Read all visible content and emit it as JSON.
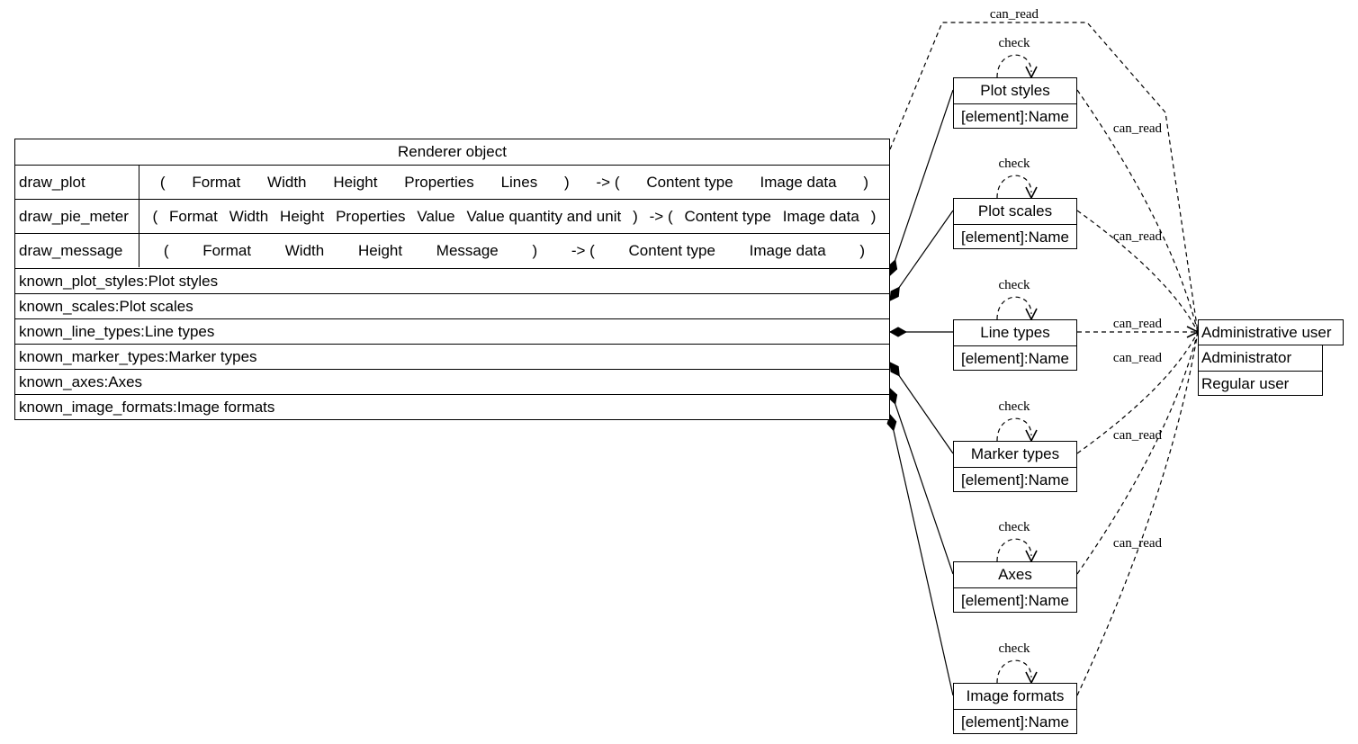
{
  "renderer": {
    "title": "Renderer object",
    "methods": [
      {
        "name": "draw_plot",
        "args": [
          "Format",
          "Width",
          "Height",
          "Properties",
          "Lines"
        ],
        "returns": [
          "Content type",
          "Image data"
        ]
      },
      {
        "name": "draw_pie_meter",
        "args": [
          "Format",
          "Width",
          "Height",
          "Properties",
          "Value",
          "Value quantity and unit"
        ],
        "returns": [
          "Content type",
          "Image data"
        ]
      },
      {
        "name": "draw_message",
        "args": [
          "Format",
          "Width",
          "Height",
          "Message"
        ],
        "returns": [
          "Content type",
          "Image data"
        ]
      }
    ],
    "attributes": [
      "known_plot_styles:Plot styles",
      "known_scales:Plot scales",
      "known_line_types:Line types",
      "known_marker_types:Marker types",
      "known_axes:Axes",
      "known_image_formats:Image formats"
    ],
    "signature": {
      "open": "(",
      "close": ")",
      "arrow": "-> ("
    }
  },
  "types": [
    {
      "title": "Plot styles",
      "field": "[element]:Name",
      "self_label": "check"
    },
    {
      "title": "Plot scales",
      "field": "[element]:Name",
      "self_label": "check"
    },
    {
      "title": "Line types",
      "field": "[element]:Name",
      "self_label": "check"
    },
    {
      "title": "Marker types",
      "field": "[element]:Name",
      "self_label": "check"
    },
    {
      "title": "Axes",
      "field": "[element]:Name",
      "self_label": "check"
    },
    {
      "title": "Image formats",
      "field": "[element]:Name",
      "self_label": "check"
    }
  ],
  "roles": {
    "title": "Administrative user",
    "items": [
      "Administrator",
      "Regular user"
    ]
  },
  "edge_labels": {
    "renderer_to_roles": "can_read",
    "types_to_roles": "can_read"
  }
}
